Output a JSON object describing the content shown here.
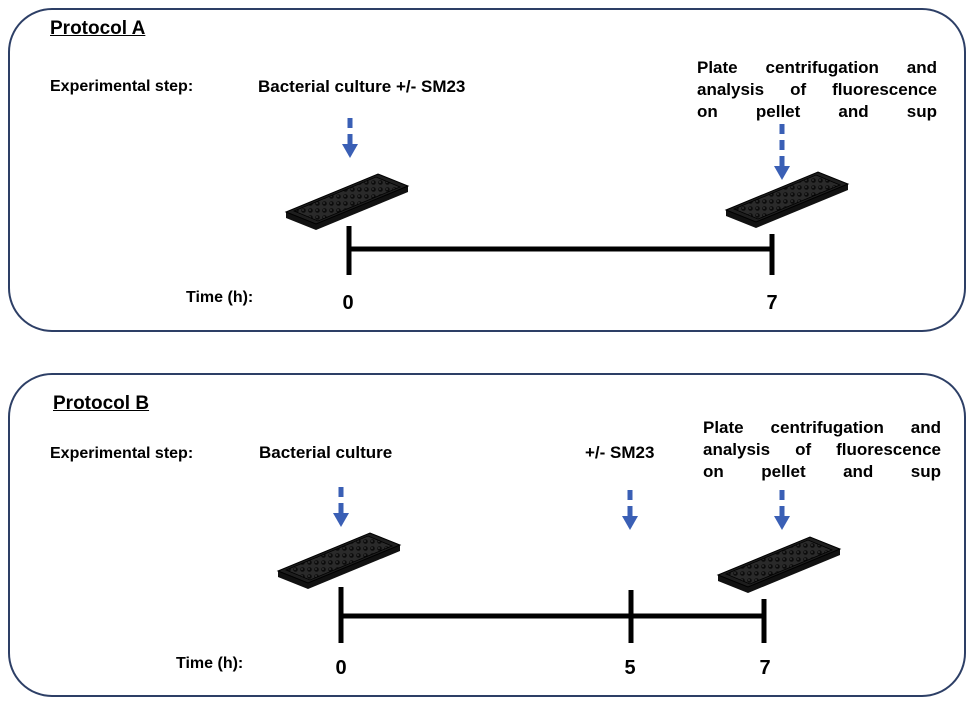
{
  "protocols": [
    {
      "title": "Protocol A",
      "step_label": "Experimental step:",
      "time_label": "Time (h):",
      "steps": {
        "start": "Bacterial culture +/- SM23",
        "end": [
          "Plate centrifugation and",
          "analysis of fluorescence",
          "on pellet and sup"
        ]
      },
      "ticks": [
        "0",
        "7"
      ]
    },
    {
      "title": "Protocol B",
      "step_label": "Experimental step:",
      "time_label": "Time (h):",
      "steps": {
        "start": "Bacterial culture",
        "middle": "+/- SM23",
        "end": [
          "Plate centrifugation and",
          "analysis of fluorescence",
          "on pellet and sup"
        ]
      },
      "ticks": [
        "0",
        "5",
        "7"
      ]
    }
  ],
  "colors": {
    "arrow": "#3a5fb5",
    "border": "#2d3f66",
    "timeline": "#000000",
    "plate": "#1a1a1a"
  },
  "icons": [
    "dashed-down-arrow-icon",
    "well-plate-icon"
  ]
}
